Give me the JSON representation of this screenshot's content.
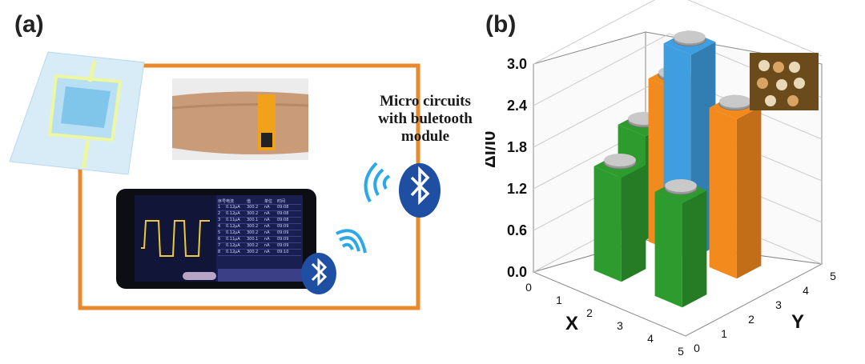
{
  "panel_a": {
    "label": "(a)",
    "caption_lines": [
      "Micro circuits",
      "with buletooth",
      "module"
    ],
    "bluetooth_icon": "bluetooth-icon",
    "wifi_icon": "wireless-signal-icon",
    "phone_table": {
      "headers": [
        "序号",
        "电流",
        "值",
        "单位",
        "时间"
      ],
      "rows": [
        [
          "1",
          "0.12μA",
          "300.2",
          "nA",
          "09:08"
        ],
        [
          "2",
          "0.12μA",
          "300.2",
          "nA",
          "09:08"
        ],
        [
          "3",
          "0.11μA",
          "300.1",
          "nA",
          "09:08"
        ],
        [
          "4",
          "0.12μA",
          "300.2",
          "nA",
          "09:09"
        ],
        [
          "5",
          "0.12μA",
          "300.2",
          "nA",
          "09:09"
        ],
        [
          "6",
          "0.11μA",
          "300.1",
          "nA",
          "09:09"
        ],
        [
          "7",
          "0.12μA",
          "300.2",
          "nA",
          "09:09"
        ],
        [
          "8",
          "0.12μA",
          "300.2",
          "nA",
          "09:10"
        ]
      ]
    },
    "colors": {
      "wire": "#e8892b",
      "bluetooth": "#1e4fa3",
      "wifi": "#2aa8e8"
    }
  },
  "panel_b": {
    "label": "(b)"
  },
  "chart_data": {
    "type": "bar3d",
    "zlabel": "ΔI/I0",
    "xlabel": "X",
    "ylabel": "Y",
    "zticks": [
      "0.0",
      "0.6",
      "1.2",
      "1.8",
      "2.4",
      "3.0"
    ],
    "zlim": [
      0,
      3.0
    ],
    "xticks": [
      "0",
      "1",
      "2",
      "3",
      "4",
      "5"
    ],
    "yticks": [
      "0",
      "1",
      "2",
      "3",
      "4",
      "5"
    ],
    "bars": [
      {
        "x": 1.5,
        "y": 3.5,
        "value": 2.3,
        "color": "#f28a1e"
      },
      {
        "x": 1.5,
        "y": 1.5,
        "value": 1.5,
        "color": "#2e9b2e"
      },
      {
        "x": 3.0,
        "y": 3.5,
        "value": 2.95,
        "color": "#3f9ee0"
      },
      {
        "x": 3.5,
        "y": 3.5,
        "value": 2.35,
        "color": "#f28a1e"
      },
      {
        "x": 3.5,
        "y": 1.5,
        "value": 1.5,
        "color": "#2e9b2e"
      },
      {
        "x": 4.5,
        "y": 3.5,
        "value": 1.5,
        "color": "#2e9b2e"
      }
    ]
  }
}
